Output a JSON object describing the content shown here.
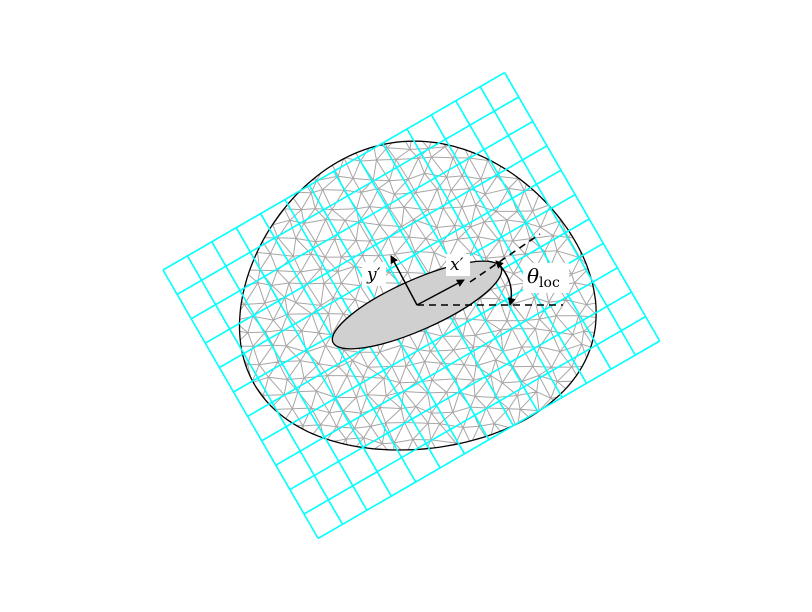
{
  "labels": {
    "y_prime": "y′",
    "x_prime": "x′",
    "theta_symbol": "θ",
    "theta_subscript": "loc"
  },
  "colors": {
    "grid": "#00ffff",
    "mesh": "#a6a6a6",
    "boundary": "#000000",
    "inclusion_fill": "#d0d0d0",
    "background": "#ffffff"
  },
  "structure": {
    "grid_columns": 14,
    "grid_rows": 11,
    "grid_rotation_deg": -30
  },
  "icons": {
    "x_axis_arrow": "arrow-right",
    "y_axis_arrow": "arrow-up",
    "angle_arc": "curved-arrow"
  }
}
